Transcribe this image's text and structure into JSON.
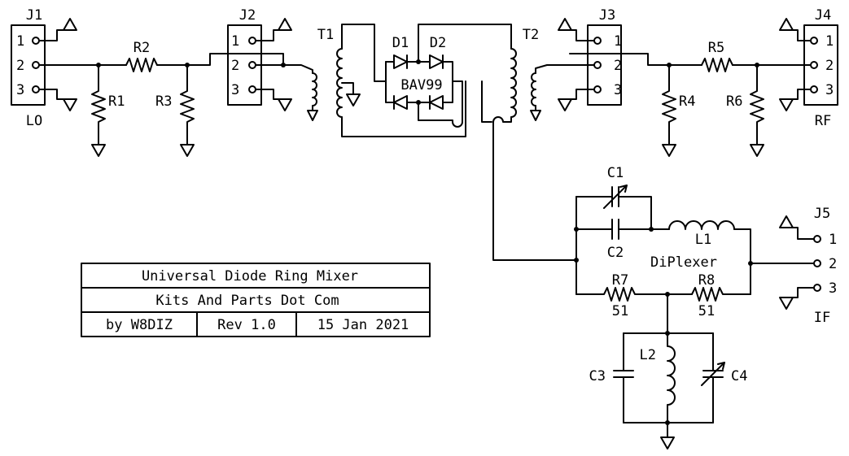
{
  "connectors": {
    "j1": {
      "ref": "J1",
      "name": "LO",
      "pins": [
        "1",
        "2",
        "3"
      ]
    },
    "j2": {
      "ref": "J2",
      "pins": [
        "1",
        "2",
        "3"
      ]
    },
    "j3": {
      "ref": "J3",
      "pins": [
        "1",
        "2",
        "3"
      ]
    },
    "j4": {
      "ref": "J4",
      "name": "RF",
      "pins": [
        "1",
        "2",
        "3"
      ]
    },
    "j5": {
      "ref": "J5",
      "name": "IF",
      "pins": [
        "1",
        "2",
        "3"
      ]
    }
  },
  "resistors": {
    "r1": {
      "ref": "R1"
    },
    "r2": {
      "ref": "R2"
    },
    "r3": {
      "ref": "R3"
    },
    "r4": {
      "ref": "R4"
    },
    "r5": {
      "ref": "R5"
    },
    "r6": {
      "ref": "R6"
    },
    "r7": {
      "ref": "R7",
      "value": "51"
    },
    "r8": {
      "ref": "R8",
      "value": "51"
    }
  },
  "transformers": {
    "t1": {
      "ref": "T1"
    },
    "t2": {
      "ref": "T2"
    }
  },
  "diodes": {
    "d1": {
      "ref": "D1"
    },
    "d2": {
      "ref": "D2"
    },
    "part": "BAV99"
  },
  "capacitors": {
    "c1": {
      "ref": "C1"
    },
    "c2": {
      "ref": "C2"
    },
    "c3": {
      "ref": "C3"
    },
    "c4": {
      "ref": "C4"
    }
  },
  "inductors": {
    "l1": {
      "ref": "L1"
    },
    "l2": {
      "ref": "L2"
    }
  },
  "diplexer_label": "DiPlexer",
  "title_block": {
    "title": "Universal Diode Ring Mixer",
    "company": "Kits And Parts Dot Com",
    "author": "by W8DIZ",
    "revision": "Rev 1.0",
    "date": "15 Jan 2021"
  }
}
